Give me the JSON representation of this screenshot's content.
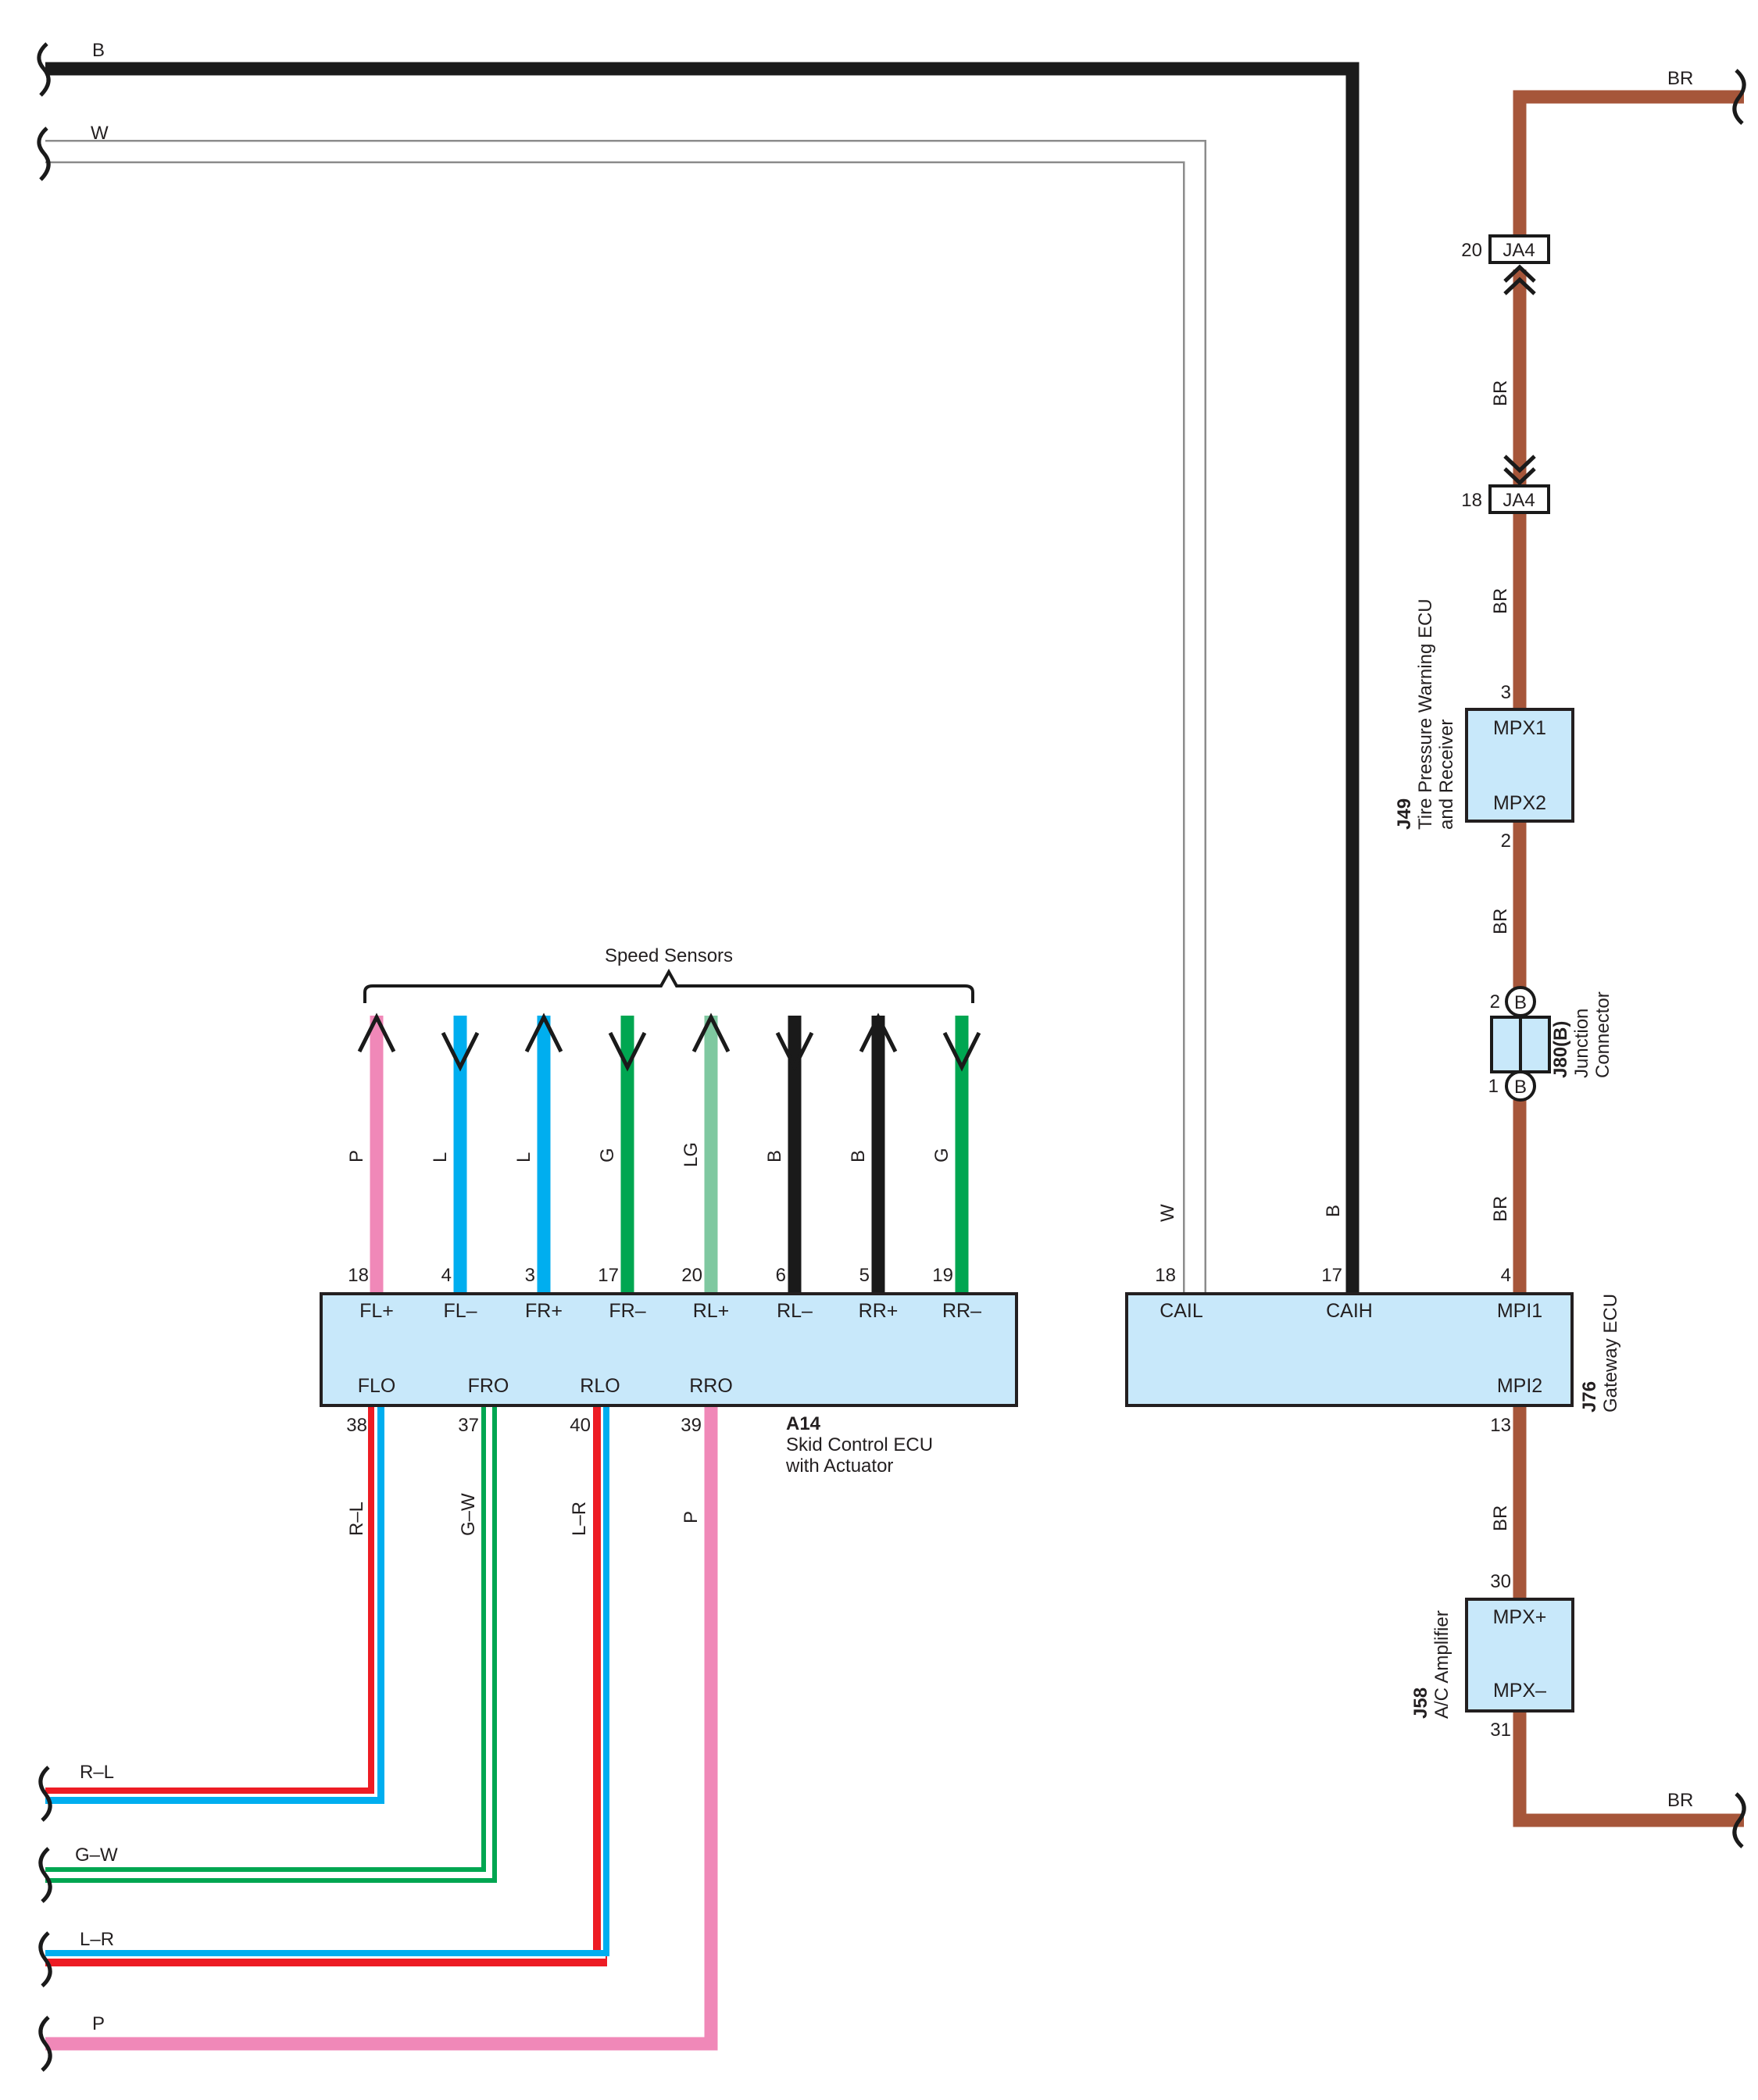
{
  "colors": {
    "B": "#1a1a1a",
    "W_outer": "#9a9a9a",
    "BR": "#a6563a",
    "P": "#f088b8",
    "L": "#00aeef",
    "G": "#00a651",
    "LG": "#7fc8a0",
    "R": "#ed1c24",
    "box_fill": "#c8e8fa"
  },
  "group_label": "Speed Sensors",
  "top_wires": {
    "b": "B",
    "w": "W",
    "br_top": "BR",
    "br_bottom": "BR"
  },
  "a14": {
    "code": "A14",
    "name_line1": "Skid Control ECU",
    "name_line2": "with Actuator",
    "top_pins": [
      {
        "pin": "18",
        "signal": "FL+",
        "wire": "P"
      },
      {
        "pin": "4",
        "signal": "FL–",
        "wire": "L"
      },
      {
        "pin": "3",
        "signal": "FR+",
        "wire": "L"
      },
      {
        "pin": "17",
        "signal": "FR–",
        "wire": "G"
      },
      {
        "pin": "20",
        "signal": "RL+",
        "wire": "LG"
      },
      {
        "pin": "6",
        "signal": "RL–",
        "wire": "B"
      },
      {
        "pin": "5",
        "signal": "RR+",
        "wire": "B"
      },
      {
        "pin": "19",
        "signal": "RR–",
        "wire": "G"
      }
    ],
    "bottom_pins": [
      {
        "pin": "38",
        "signal": "FLO",
        "wire": "R–L"
      },
      {
        "pin": "37",
        "signal": "FRO",
        "wire": "G–W"
      },
      {
        "pin": "40",
        "signal": "RLO",
        "wire": "L–R"
      },
      {
        "pin": "39",
        "signal": "RRO",
        "wire": "P"
      }
    ]
  },
  "left_wires": [
    "R–L",
    "G–W",
    "L–R",
    "P"
  ],
  "j76": {
    "code": "J76",
    "name": "Gateway ECU",
    "cail_pin": "18",
    "cail": "CAIL",
    "cail_wire": "W",
    "caih_pin": "17",
    "caih": "CAIH",
    "caih_wire": "B",
    "mpi1_pin": "4",
    "mpi1": "MPI1",
    "mpi1_wire": "BR",
    "mpi2_pin": "13",
    "mpi2": "MPI2",
    "mpi2_wire": "BR"
  },
  "ja4": {
    "code": "JA4",
    "pin_top": "20",
    "pin_bottom": "18",
    "wire_between": "BR",
    "wire_below": "BR"
  },
  "j49": {
    "code": "J49",
    "name_line1": "Tire Pressure Warning ECU",
    "name_line2": "and Receiver",
    "pin_top": "3",
    "sig_top": "MPX1",
    "pin_bottom": "2",
    "sig_bottom": "MPX2",
    "wire_below": "BR"
  },
  "j80": {
    "code": "J80(B)",
    "name_line1": "Junction",
    "name_line2": "Connector",
    "pin_top": "2",
    "pin_bottom": "1",
    "mark": "B",
    "wire_below": "BR"
  },
  "j58": {
    "code": "J58",
    "name": "A/C Amplifier",
    "pin_top": "30",
    "sig_top": "MPX+",
    "pin_bottom": "31",
    "sig_bottom": "MPX–"
  }
}
